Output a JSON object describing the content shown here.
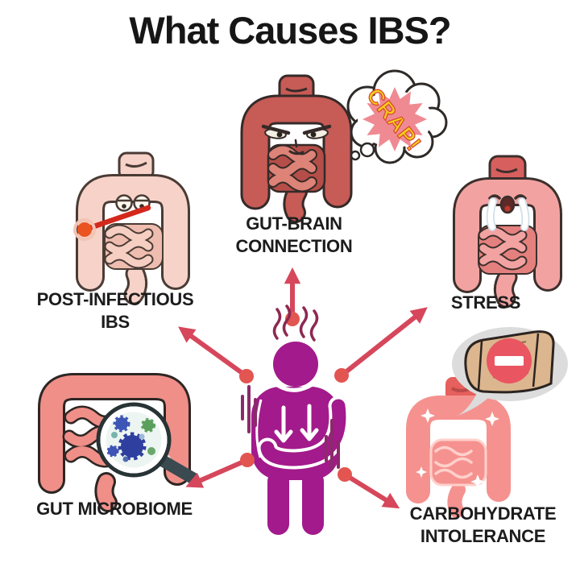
{
  "title": "What Causes IBS?",
  "thought_bubble_text": "CRAP!",
  "causes": [
    {
      "id": "gut-brain-connection",
      "lines": [
        "GUT-BRAIN",
        "CONNECTION"
      ]
    },
    {
      "id": "post-infectious-ibs",
      "lines": [
        "POST-INFECTIOUS",
        "IBS"
      ]
    },
    {
      "id": "stress",
      "lines": [
        "STRESS"
      ]
    },
    {
      "id": "gut-microbiome",
      "lines": [
        "GUT MICROBIOME"
      ]
    },
    {
      "id": "carbohydrate-intolerance",
      "lines": [
        "CARBOHYDRATE",
        "INTOLERANCE"
      ]
    }
  ],
  "icons": [
    "angry-intestine-icon",
    "thought-bubble-icon",
    "sick-intestine-icon",
    "thermometer-icon",
    "crying-intestine-icon",
    "intestine-magnifier-icon",
    "microbes-icon",
    "flat-intestine-icon",
    "speech-bubble-icon",
    "bread-icon",
    "no-entry-icon",
    "person-holding-stomach-icon",
    "arrow-icon",
    "steam-squiggle-icon",
    "vibration-lines-icon"
  ],
  "colors": {
    "title_text": "#161616",
    "label_text": "#1c1c1c",
    "arrow": "#d6475c",
    "arrow_dot": "#e25551",
    "person": "#a21a8b",
    "angry_intestine": "#c75b56",
    "pale_intestine": "#f6d2c8",
    "crying_intestine": "#f2a3a1",
    "microbiome_intestine": "#ef8f88",
    "flat_intestine": "#f5928f",
    "bubble_star": "#ef8a93",
    "bubble_text": "#f4cd1a",
    "no_entry": "#ea5562",
    "bread": "#dcb68f",
    "speech_bubble": "#dcdcdc"
  }
}
